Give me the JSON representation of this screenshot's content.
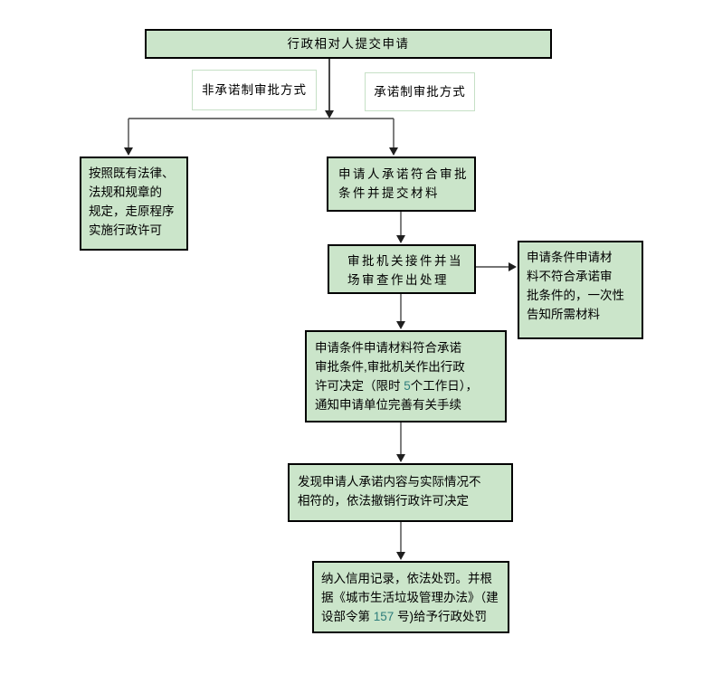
{
  "colors": {
    "canvas_bg": "#ffffff",
    "box_fill": "#cbe5ca",
    "box_border": "#000000",
    "label_border": "#c6e0c6",
    "connector": "#474747",
    "arrowhead": "#1f1f1f",
    "text": "#000000",
    "digit": "#2e7d7b"
  },
  "flowchart": {
    "start": {
      "text": "行政相对人提交申请"
    },
    "branch_labels": {
      "left": "非承诺制审批方式",
      "right": "承诺制审批方式"
    },
    "nodes": {
      "non_commitment": {
        "lines": [
          "按照既有法律、",
          "法规和规章的",
          "规定，走原程序",
          "实施行政许可"
        ]
      },
      "commitment_submit": {
        "lines": [
          "申请人承诺符合审批",
          "条件并提交材料"
        ]
      },
      "accept_review": {
        "lines": [
          "审批机关接件并当",
          "场审查作出处理"
        ]
      },
      "not_meet_notify": {
        "lines": [
          "申请条件申请材",
          "料不符合承诺审",
          "批条件的，一次性",
          "告知所需材料"
        ]
      },
      "approve_decision": {
        "lines": [
          "申请条件申请材料符合承诺",
          "审批条件,审批机关作出行政",
          "许可决定（限时 5个工作日），",
          "通知申请单位完善有关手续"
        ]
      },
      "revoke_decision": {
        "lines": [
          "发现申请人承诺内容与实际情况不",
          "相符的，依法撤销行政许可决定"
        ]
      },
      "credit_punishment": {
        "lines": [
          "纳入信用记录，依法处罚。并根",
          "据《城市生活垃圾管理办法》（建",
          "设部令第 157 号)给予行政处罚"
        ]
      }
    }
  }
}
